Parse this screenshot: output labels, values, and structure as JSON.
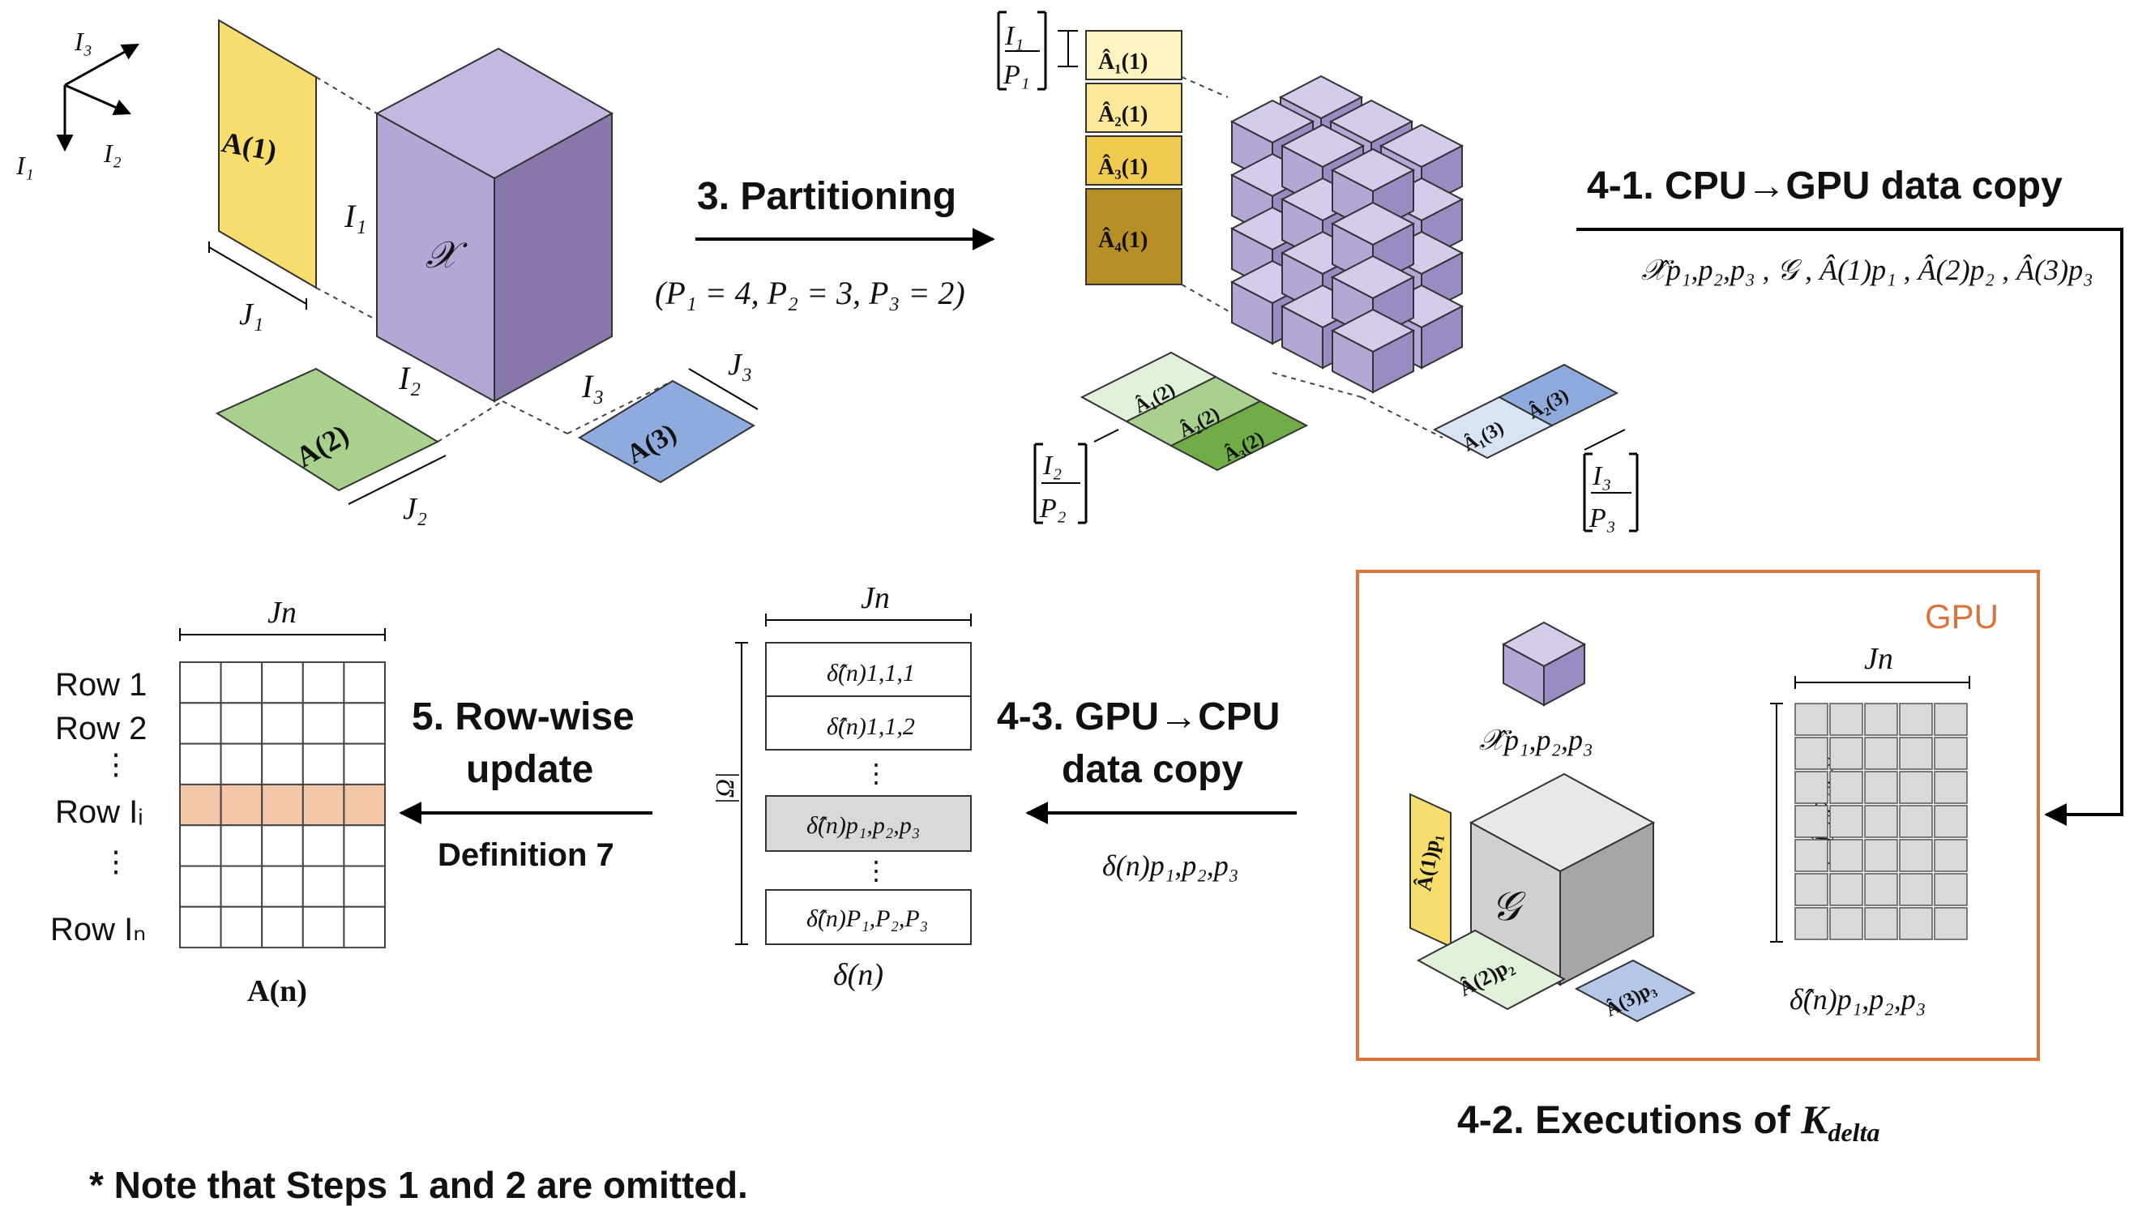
{
  "axes": {
    "i1": "I₁",
    "i2": "I₂",
    "i3": "I₃"
  },
  "tensor": {
    "x_label": "𝒳",
    "i1": "I₁",
    "i2": "I₂",
    "i3": "I₃",
    "a1": "A(1)",
    "a2": "A(2)",
    "a3": "A(3)",
    "j1": "J₁",
    "j2": "J₂",
    "j3": "J₃"
  },
  "step3": {
    "title": "3. Partitioning",
    "params": "(P₁ = 4, P₂ = 3, P₃ = 2)"
  },
  "partitions": {
    "a1_blocks": [
      "Â₁(1)",
      "Â₂(1)",
      "Â₃(1)",
      "Â₄(1)"
    ],
    "a2_blocks": [
      "Â₁(2)",
      "Â₂(2)",
      "Â₃(2)"
    ],
    "a3_blocks": [
      "Â₁(3)",
      "Â₂(3)"
    ],
    "frac1_num": "I₁",
    "frac1_den": "P₁",
    "frac2_num": "I₂",
    "frac2_den": "P₂",
    "frac3_num": "I₃",
    "frac3_den": "P₃"
  },
  "step41": {
    "title": "4-1. CPU→GPU data copy",
    "items": "𝒳̂p₁,p₂,p₃ , 𝒢 , Â(1)p₁ , Â(2)p₂ , Â(3)p₃"
  },
  "gpu": {
    "label": "GPU",
    "x_label": "𝒳̂p₁,p₂,p₃",
    "core_label": "𝒢",
    "a1_label": "Â(1)p₁",
    "a2_label": "Â(2)p₂",
    "a3_label": "Â(3)p₃",
    "jn": "Jn",
    "omega": "|Ω̂p₁,p₂,p₃|",
    "delta": "δ̂(n)p₁,p₂,p₃"
  },
  "step42": {
    "title": "4-2. Executions of ",
    "kernel": "K",
    "kernel_sub": "delta"
  },
  "step43": {
    "line1": "4-3. GPU→CPU",
    "line2": "data copy",
    "delta": "δ(n)p₁,p₂,p₃"
  },
  "delta_list": {
    "jn": "Jn",
    "omega": "|Ω|",
    "items": [
      "δ̂(n)1,1,1",
      "δ̂(n)1,1,2",
      "⋮",
      "δ̂(n)p₁,p₂,p₃",
      "⋮",
      "δ̂(n)P₁,P₂,P₃"
    ],
    "caption": "δ(n)"
  },
  "step5": {
    "line1": "5. Row-wise",
    "line2": "update",
    "def": "Definition 7"
  },
  "factor": {
    "jn": "Jn",
    "rows": [
      "Row 1",
      "Row 2",
      "⋮",
      "Row Iᵢ",
      "⋮",
      "Row Iₙ"
    ],
    "caption": "A(n)"
  },
  "note": "* Note that Steps 1 and 2 are omitted.",
  "colors": {
    "yellow": "#F7DD6E",
    "green": "#A9D18E",
    "blue": "#8FAADC",
    "purple": "#B4A7D6",
    "orange": "#D9743A",
    "highlight": "#F4C7A8",
    "gray": "#D9D9D9"
  }
}
